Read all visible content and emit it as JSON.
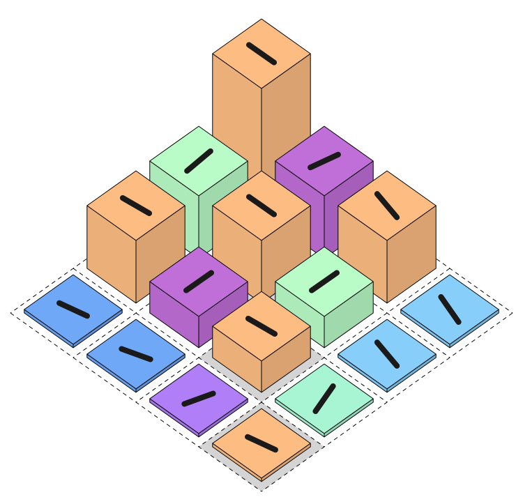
{
  "board": {
    "grid_size": 4,
    "highlight_color": "#d4d4d4",
    "colors": {
      "orange": "#fdbc82",
      "green": "#bafcc7",
      "purple": "#c06fd8",
      "blue": "#6fa8f7",
      "sky": "#87cefa",
      "lavender": "#b07ef7",
      "mint": "#a8f5d4"
    },
    "pieces": [
      {
        "id": "r0c0",
        "row": 0,
        "col": 0,
        "color": "orange",
        "height": 4,
        "shaded_cell": true,
        "marker": "stick",
        "marker_angle": 35
      },
      {
        "id": "r0c1",
        "row": 0,
        "col": 1,
        "color": "purple",
        "height": 2,
        "shaded_cell": false,
        "marker": "stick",
        "marker_angle": -25
      },
      {
        "id": "r0c2",
        "row": 0,
        "col": 2,
        "color": "orange",
        "height": 2,
        "shaded_cell": false,
        "marker": "stick",
        "marker_angle": 50
      },
      {
        "id": "r0c3",
        "row": 0,
        "col": 3,
        "color": "sky",
        "height": 0,
        "shaded_cell": false,
        "marker": "stick",
        "marker_angle": 55
      },
      {
        "id": "r1c0",
        "row": 1,
        "col": 0,
        "color": "green",
        "height": 2,
        "shaded_cell": false,
        "marker": "stick",
        "marker_angle": -40
      },
      {
        "id": "r1c1",
        "row": 1,
        "col": 1,
        "color": "orange",
        "height": 2,
        "shaded_cell": true,
        "marker": "stick",
        "marker_angle": 35
      },
      {
        "id": "r1c2",
        "row": 1,
        "col": 2,
        "color": "green",
        "height": 1,
        "shaded_cell": false,
        "marker": "stick",
        "marker_angle": -35
      },
      {
        "id": "r1c3",
        "row": 1,
        "col": 3,
        "color": "sky",
        "height": 0,
        "shaded_cell": false,
        "marker": "stick",
        "marker_angle": 50
      },
      {
        "id": "r2c0",
        "row": 2,
        "col": 0,
        "color": "orange",
        "height": 2,
        "shaded_cell": false,
        "marker": "stick",
        "marker_angle": 30
      },
      {
        "id": "r2c1",
        "row": 2,
        "col": 1,
        "color": "purple",
        "height": 1,
        "shaded_cell": false,
        "marker": "stick",
        "marker_angle": -35
      },
      {
        "id": "r2c2",
        "row": 2,
        "col": 2,
        "color": "orange",
        "height": 1,
        "shaded_cell": true,
        "marker": "stick",
        "marker_angle": 30
      },
      {
        "id": "r2c3",
        "row": 2,
        "col": 3,
        "color": "mint",
        "height": 0,
        "shaded_cell": false,
        "marker": "stick",
        "marker_angle": -55
      },
      {
        "id": "r3c0",
        "row": 3,
        "col": 0,
        "color": "blue",
        "height": 0,
        "shaded_cell": false,
        "marker": "stick",
        "marker_angle": 25
      },
      {
        "id": "r3c1",
        "row": 3,
        "col": 1,
        "color": "blue",
        "height": 0,
        "shaded_cell": false,
        "marker": "stick",
        "marker_angle": 20
      },
      {
        "id": "r3c2",
        "row": 3,
        "col": 2,
        "color": "lavender",
        "height": 0,
        "shaded_cell": false,
        "marker": "stick",
        "marker_angle": -20
      },
      {
        "id": "r3c3",
        "row": 3,
        "col": 3,
        "color": "orange",
        "height": 0,
        "shaded_cell": true,
        "marker": "stick",
        "marker_angle": 25
      }
    ]
  }
}
